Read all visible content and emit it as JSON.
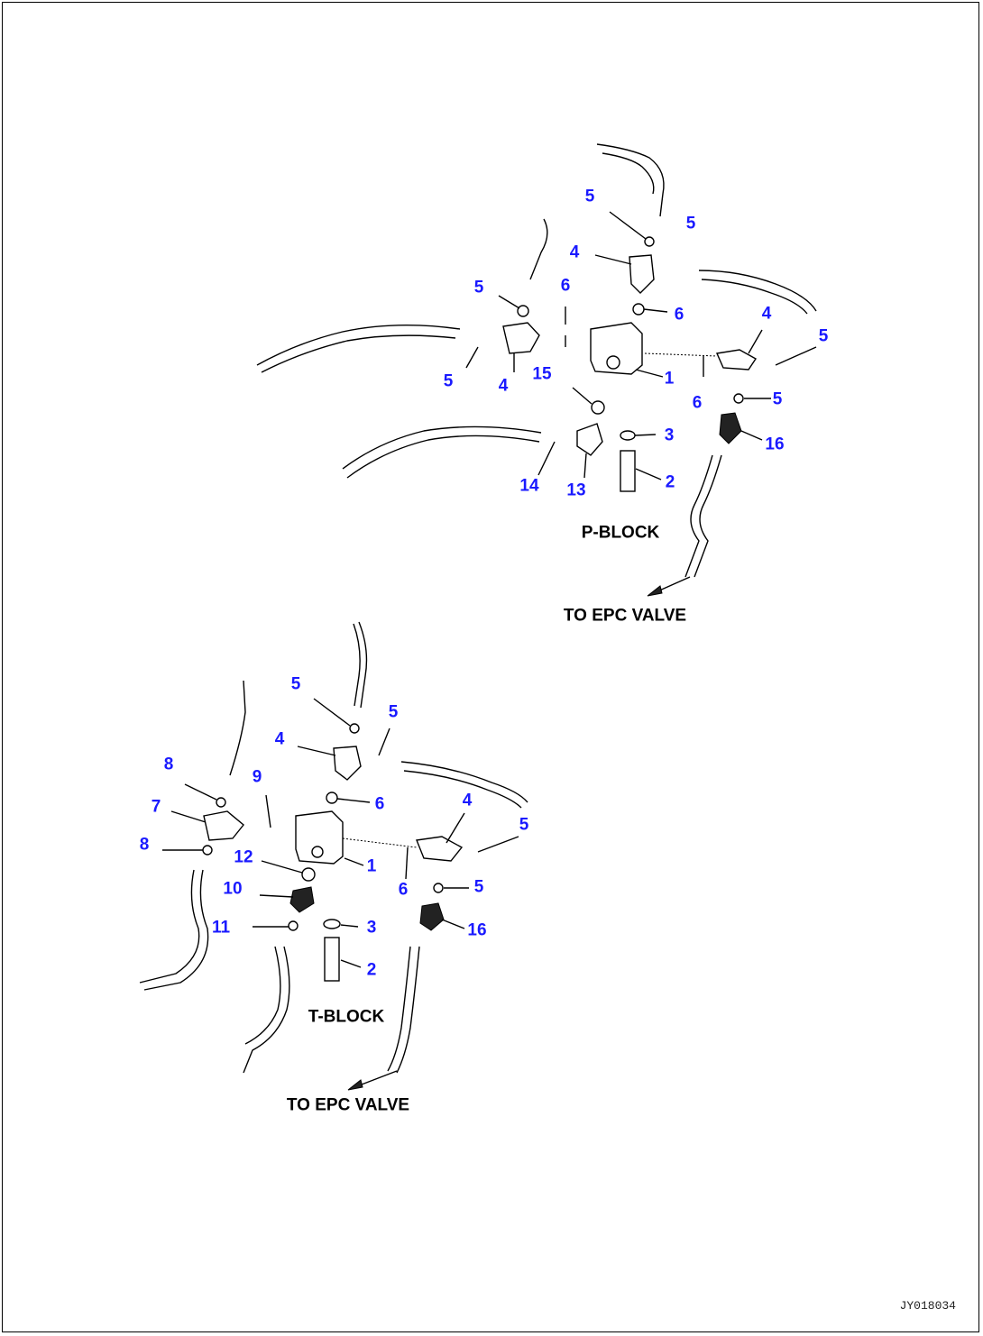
{
  "document_id": "JY018034",
  "p_block": {
    "caption": "P-BLOCK",
    "direction_label": "TO EPC VALVE",
    "callouts": [
      "5",
      "5",
      "4",
      "5",
      "6",
      "6",
      "4",
      "5",
      "5",
      "4",
      "15",
      "1",
      "6",
      "5",
      "3",
      "16",
      "14",
      "13",
      "2"
    ]
  },
  "t_block": {
    "caption": "T-BLOCK",
    "direction_label": "TO EPC VALVE",
    "callouts": [
      "5",
      "5",
      "4",
      "8",
      "9",
      "6",
      "4",
      "7",
      "5",
      "8",
      "12",
      "1",
      "6",
      "10",
      "5",
      "11",
      "3",
      "16",
      "2"
    ]
  }
}
